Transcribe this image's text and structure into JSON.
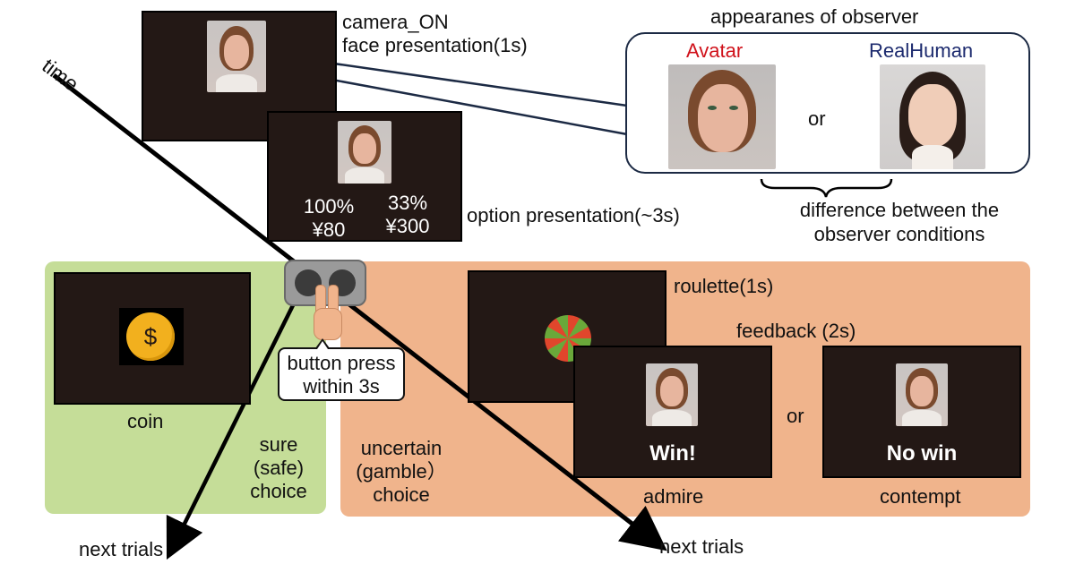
{
  "labels": {
    "time": "time",
    "camera_on": "camera_ON",
    "face_presentation": "face presentation(1s)",
    "option_presentation": "option presentation(~3s)",
    "appearances_title": "appearanes of observer",
    "avatar": "Avatar",
    "real_human": "RealHuman",
    "or_top": "or",
    "difference_line1": "difference between the",
    "difference_line2": "observer conditions",
    "roulette": "roulette(1s)",
    "feedback": "feedback (2s)",
    "or_feedback": "or",
    "win": "Win!",
    "no_win": "No win",
    "admire": "admire",
    "contempt": "contempt",
    "coin": "coin",
    "coin_symbol": "$",
    "sure_line1": "sure",
    "sure_line2": "(safe)",
    "sure_line3": "choice",
    "uncertain_line1": "uncertain",
    "uncertain_line2": "(gamble）",
    "uncertain_line3": "choice",
    "button_line1": "button press",
    "button_line2": "within 3s",
    "next_trials_left": "next trials",
    "next_trials_right": "next trials"
  },
  "options": {
    "left_prob": "100%",
    "left_amount": "¥80",
    "right_prob": "33%",
    "right_amount": "¥300"
  },
  "colors": {
    "avatar_label": "#d0121b",
    "real_human_label": "#1c2a6e",
    "green_panel": "#c5dd98",
    "orange_panel": "#f0b48c",
    "screen_bg": "#231815",
    "coin": "#f2b01e",
    "roulette_red": "#e0462c",
    "roulette_green": "#6aa83a"
  }
}
